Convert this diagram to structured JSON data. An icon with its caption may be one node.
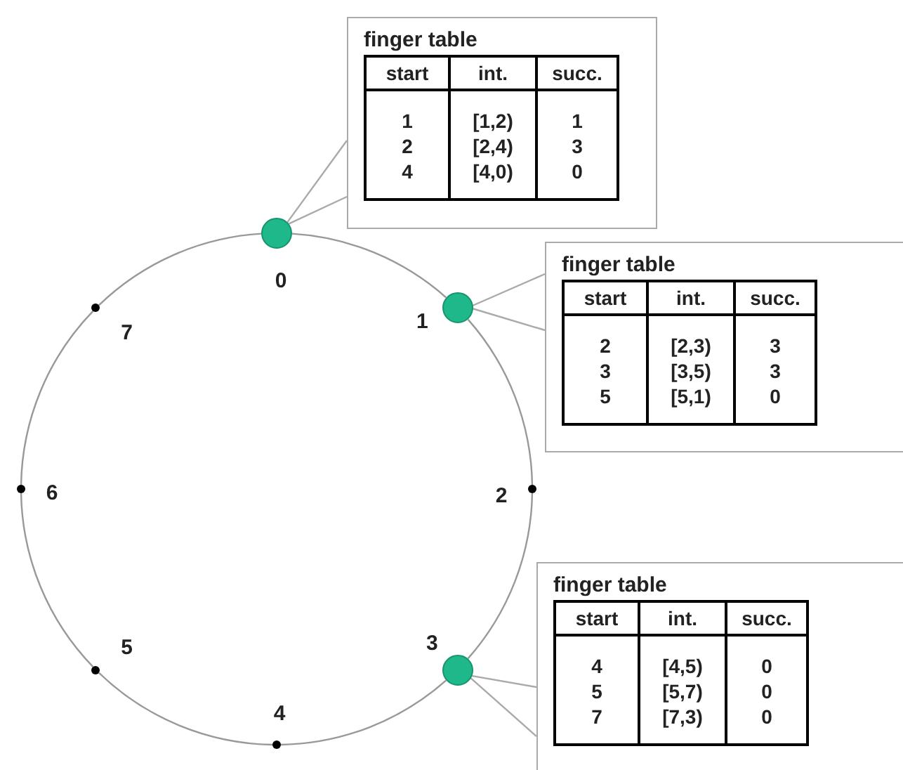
{
  "diagram": {
    "nodes": [
      {
        "text": [],
        "shape": "circle",
        "beside": [
          "0"
        ]
      },
      {
        "text": [],
        "shape": "circle",
        "beside": [
          "1"
        ]
      },
      {
        "text": [],
        "shape": "dot",
        "beside": [
          "2"
        ]
      },
      {
        "text": [],
        "shape": "circle",
        "beside": [
          "3"
        ]
      },
      {
        "text": [],
        "shape": "dot",
        "beside": [
          "4"
        ]
      },
      {
        "text": [],
        "shape": "dot",
        "beside": [
          "5"
        ]
      },
      {
        "text": [],
        "shape": "dot",
        "beside": [
          "6"
        ]
      },
      {
        "text": [],
        "shape": "dot",
        "beside": [
          "7"
        ]
      },
      {
        "text": [
          "finger table",
          "start",
          "int.",
          "succ.",
          "1",
          "[1,2)",
          "1",
          "2",
          "[2,4)",
          "3",
          "4",
          "[4,0)",
          "0"
        ]
      },
      {
        "text": [
          "finger table",
          "start",
          "int.",
          "succ.",
          "2",
          "[2,3)",
          "3",
          "3",
          "[3,5)",
          "3",
          "5",
          "[5,1)",
          "0"
        ]
      },
      {
        "text": [
          "finger table",
          "start",
          "int.",
          "succ.",
          "4",
          "[4,5)",
          "0",
          "5",
          "[5,7)",
          "0",
          "7",
          "[7,3)",
          "0"
        ]
      }
    ],
    "edges": [
      {
        "from": 0,
        "to": 1,
        "arrow": "none"
      },
      {
        "from": 1,
        "to": 2,
        "arrow": "none"
      },
      {
        "from": 2,
        "to": 3,
        "arrow": "none"
      },
      {
        "from": 3,
        "to": 4,
        "arrow": "none"
      },
      {
        "from": 4,
        "to": 5,
        "arrow": "none"
      },
      {
        "from": 5,
        "to": 6,
        "arrow": "none"
      },
      {
        "from": 6,
        "to": 7,
        "arrow": "none"
      },
      {
        "from": 7,
        "to": 0,
        "arrow": "none"
      },
      {
        "from": 8,
        "to": 0,
        "arrow": "none"
      },
      {
        "from": 9,
        "to": 1,
        "arrow": "none"
      },
      {
        "from": 10,
        "to": 3,
        "arrow": "none"
      }
    ]
  }
}
